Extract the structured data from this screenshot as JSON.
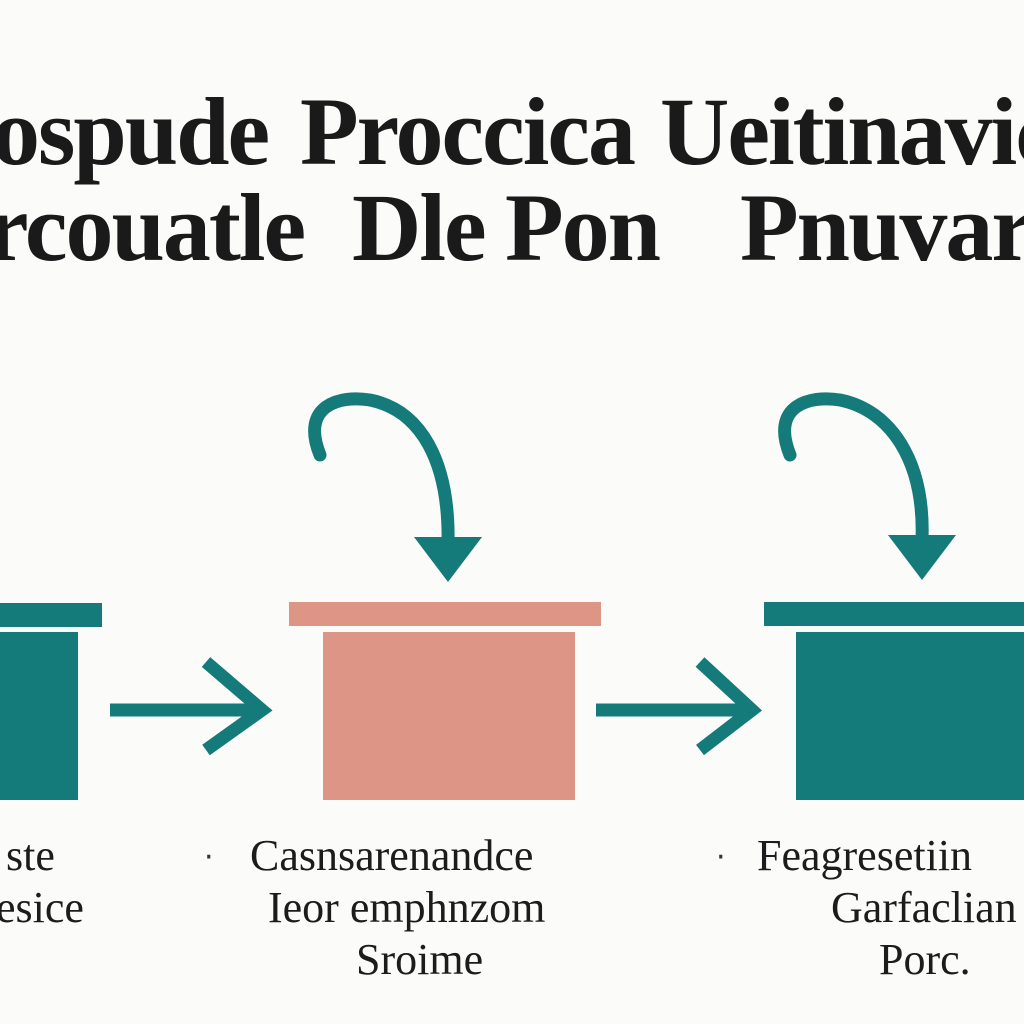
{
  "title": {
    "line1": [
      "ospude",
      "Proccica",
      "Ueitinavica"
    ],
    "line2": [
      "rcouatle",
      "Dle",
      "Pon",
      "Pnuvar"
    ]
  },
  "colors": {
    "teal": "#157b7a",
    "salmon": "#dd9685",
    "text": "#1c1c1c"
  },
  "steps": [
    {
      "box_color": "#157b7a",
      "caption_lines": [
        "ste",
        "esice"
      ],
      "bullet": ""
    },
    {
      "box_color": "#dd9685",
      "caption_lines": [
        "Casnsarenandce",
        "Ieor emphnzom",
        "Sroime"
      ],
      "bullet": "·"
    },
    {
      "box_color": "#157b7a",
      "caption_lines": [
        "Feagresetiin",
        "Garfaclian",
        "Porc."
      ],
      "bullet": "·"
    }
  ],
  "icons": {
    "curved_arrow": "curved-down-arrow-icon",
    "right_arrow": "right-arrow-icon"
  }
}
